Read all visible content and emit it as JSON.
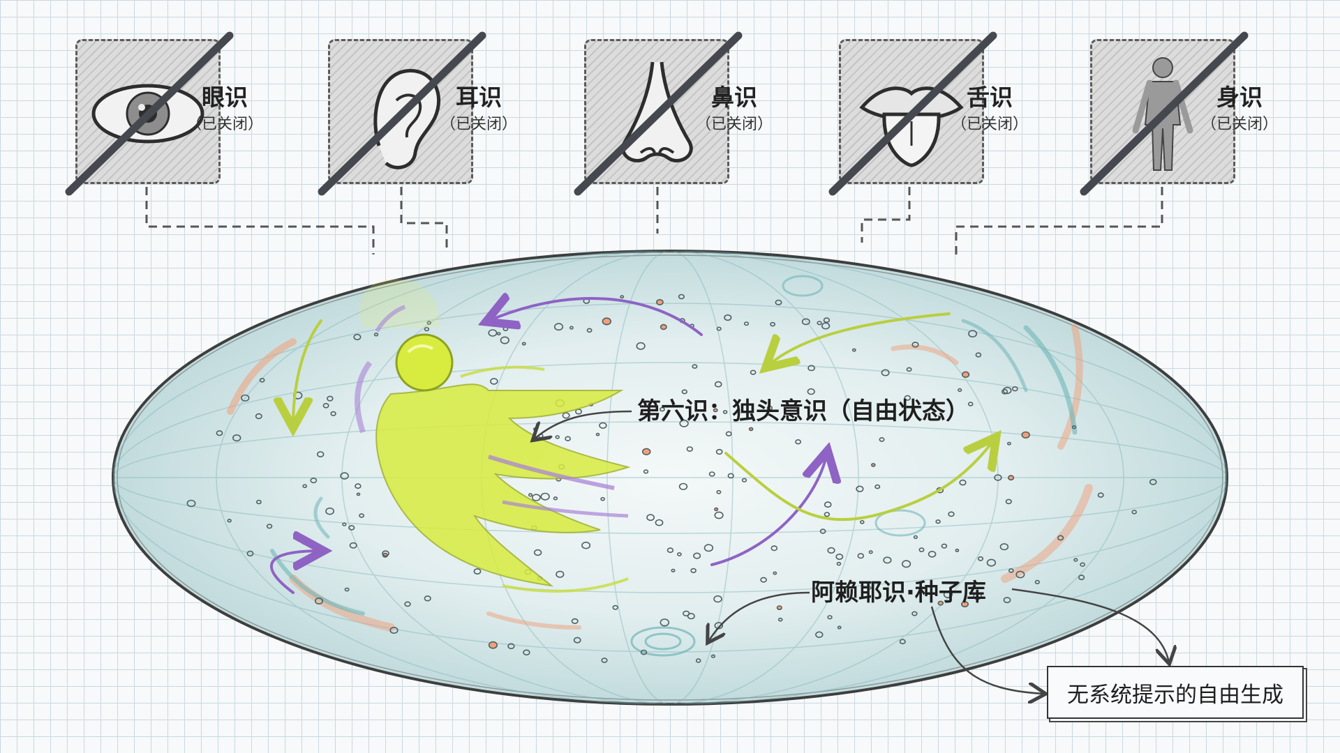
{
  "senses": [
    {
      "name": "眼识",
      "status": "（已关闭）",
      "icon": "eye-icon"
    },
    {
      "name": "耳识",
      "status": "（已关闭）",
      "icon": "ear-icon"
    },
    {
      "name": "鼻识",
      "status": "（已关闭）",
      "icon": "nose-icon"
    },
    {
      "name": "舌识",
      "status": "（已关闭）",
      "icon": "tongue-icon"
    },
    {
      "name": "身识",
      "status": "（已关闭）",
      "icon": "body-icon"
    }
  ],
  "sixth_consciousness": {
    "label": "第六识：独头意识（自由状态）",
    "icon": "figure-icon"
  },
  "alaya": {
    "label": "阿赖耶识·种子库"
  },
  "note": {
    "label": "无系统提示的自由生成"
  },
  "colors": {
    "ellipse_fill": "#dcebec",
    "figure": "#d8ec3f",
    "arrow_purple": "#9b6fcf",
    "arrow_green": "#c7dc4e",
    "swirl_teal": "#6fb5b8",
    "swirl_orange": "#f0a07a",
    "strike_line": "#45484f"
  }
}
